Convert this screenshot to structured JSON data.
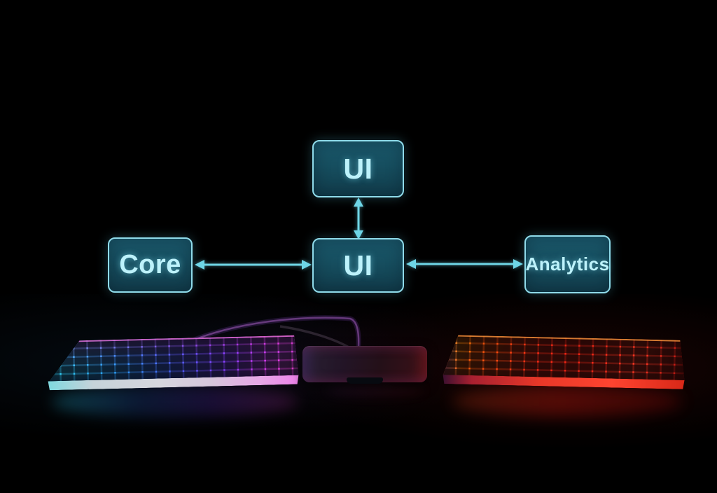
{
  "diagram": {
    "type": "flowchart",
    "background_color": "#000000",
    "nodes": [
      {
        "id": "ui_top",
        "label": "UI"
      },
      {
        "id": "ui_center",
        "label": "UI"
      },
      {
        "id": "core",
        "label": "Core"
      },
      {
        "id": "analytics",
        "label": "Analytics"
      }
    ],
    "edges": [
      {
        "from": "ui_top",
        "to": "ui_center",
        "bidirectional": true
      },
      {
        "from": "core",
        "to": "ui_center",
        "bidirectional": true
      },
      {
        "from": "analytics",
        "to": "ui_center",
        "bidirectional": true
      }
    ],
    "colors": {
      "node_fill": "#164e5f",
      "node_border": "#8fdbea",
      "node_text": "#bdf2fb",
      "arrow": "#6fd6e6"
    }
  },
  "scene_objects": {
    "left_keyboard": {
      "description": "RGB backlit mechanical keyboard, cyan-to-magenta gradient glow",
      "glow_colors": [
        "#35e6ff",
        "#2fa0ff",
        "#8a3cff",
        "#ff46d8"
      ]
    },
    "center_device": {
      "description": "closed dark laptop / trackpad catching purple and red light",
      "glow_colors": [
        "#6a3bff",
        "#ff2a1a"
      ]
    },
    "right_keyboard": {
      "description": "RGB backlit mechanical keyboard, red glow with amber and violet accents",
      "glow_colors": [
        "#ffc400",
        "#ff5a00",
        "#ff2212",
        "#9648ff"
      ]
    }
  }
}
